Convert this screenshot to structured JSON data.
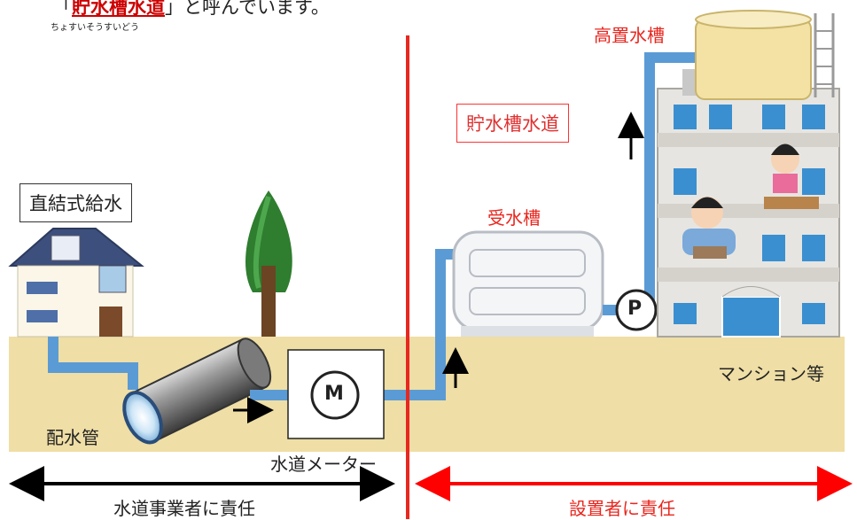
{
  "header": {
    "prefix": "「",
    "title": "貯水槽水道",
    "suffix": "」と呼んでいます。",
    "reading": "ちょすいそうすいどう"
  },
  "labels": {
    "direct_supply": "直結式給水",
    "storage_tank_system": "貯水槽水道",
    "elevated_tank": "高置水槽",
    "receiving_tank": "受水槽",
    "apartment": "マンション等",
    "distribution_pipe": "配水管",
    "water_meter": "水道メーター",
    "meter_symbol": "M",
    "pump_symbol": "P",
    "utility_responsibility": "水道事業者に責任",
    "installer_responsibility": "設置者に責任"
  },
  "icons": {
    "house": "house-icon",
    "tree": "tree-icon",
    "pipe": "distribution-pipe-icon",
    "meter": "water-meter-icon",
    "tank": "receiving-tank-icon",
    "pump": "pump-icon",
    "building": "apartment-building-icon",
    "elevated": "elevated-tank-icon"
  },
  "colors": {
    "pipe": "#5b9bd5",
    "ground": "#efdea5",
    "divider": "#e8271f",
    "utility_arrow": "#000000",
    "installer_arrow": "#ff0000"
  }
}
